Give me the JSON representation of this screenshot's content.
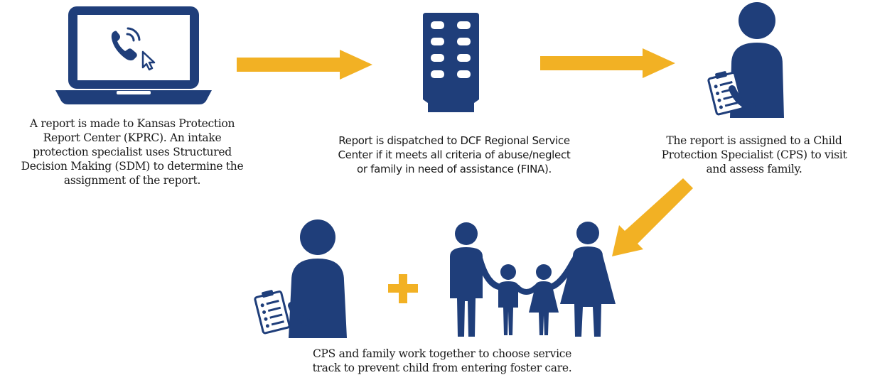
{
  "colors": {
    "navy": "#1f3e7a",
    "gold": "#f2b124",
    "white": "#ffffff"
  },
  "icons": {
    "step1": "laptop-phone-call-icon",
    "step2": "office-building-icon",
    "step3": "specialist-with-clipboard-icon",
    "step4": [
      "specialist-with-clipboard-icon",
      "plus-icon",
      "family-icon"
    ]
  },
  "steps": [
    {
      "caption_lines": [
        "A report is made to Kansas Protection",
        "Report Center (KPRC). An intake",
        "protection specialist uses Structured",
        "Decision Making (SDM) to determine the",
        "assignment of the report."
      ]
    },
    {
      "caption_lines": [
        "Report is dispatched to DCF Regional Service",
        "Center if it meets all criteria of abuse/neglect",
        "or family in need of assistance (FINA)."
      ]
    },
    {
      "caption_lines": [
        "The report is assigned to a Child",
        "Protection Specialist (CPS) to visit",
        "and assess family."
      ]
    },
    {
      "caption_lines": [
        "CPS and family work together to choose service",
        "track to prevent child from entering foster care."
      ]
    }
  ]
}
